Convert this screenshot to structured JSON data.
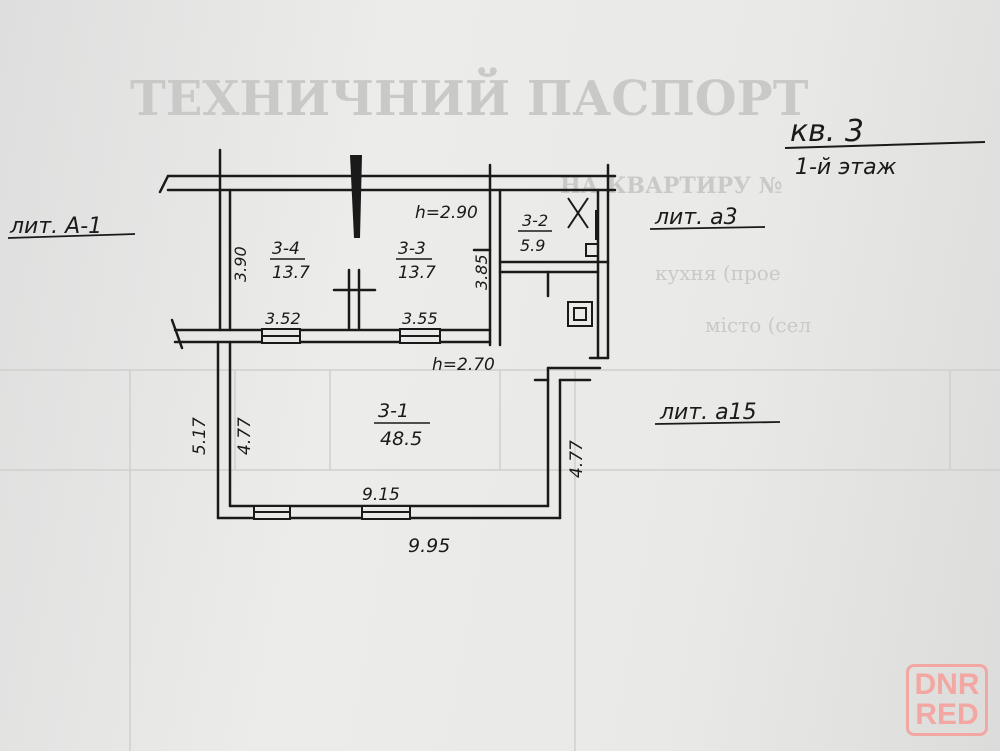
{
  "header": {
    "apartment": "кв. 3",
    "floor": "1-й этаж"
  },
  "sections": {
    "left": "лит. А-1",
    "right_top": "лит. а3",
    "right_bottom": "лит. а15"
  },
  "heights": {
    "upper": "h=2.90",
    "lower": "h=2.70"
  },
  "rooms": [
    {
      "id": "3-4",
      "area": "13.7"
    },
    {
      "id": "3-3",
      "area": "13.7"
    },
    {
      "id": "3-2",
      "area": "5.9"
    },
    {
      "id": "3-1",
      "area": "48.5"
    }
  ],
  "dimensions": {
    "room_3_4_height": "3.90",
    "room_3_3_height": "3.85",
    "room_3_4_width": "3.52",
    "room_3_3_width": "3.55",
    "main_left_outer": "5.17",
    "main_left_inner": "4.77",
    "main_right": "4.77",
    "main_inner_width": "9.15",
    "main_outer_width": "9.95"
  },
  "background_text": {
    "title": "ТЕХНИЧНИЙ ПАСПОРТ",
    "subtitle": "НА КВАРТИРУ №",
    "line1": "кухня (прое",
    "line2": "місто (сел"
  },
  "watermark": {
    "line1": "DNR",
    "line2": "RED"
  }
}
